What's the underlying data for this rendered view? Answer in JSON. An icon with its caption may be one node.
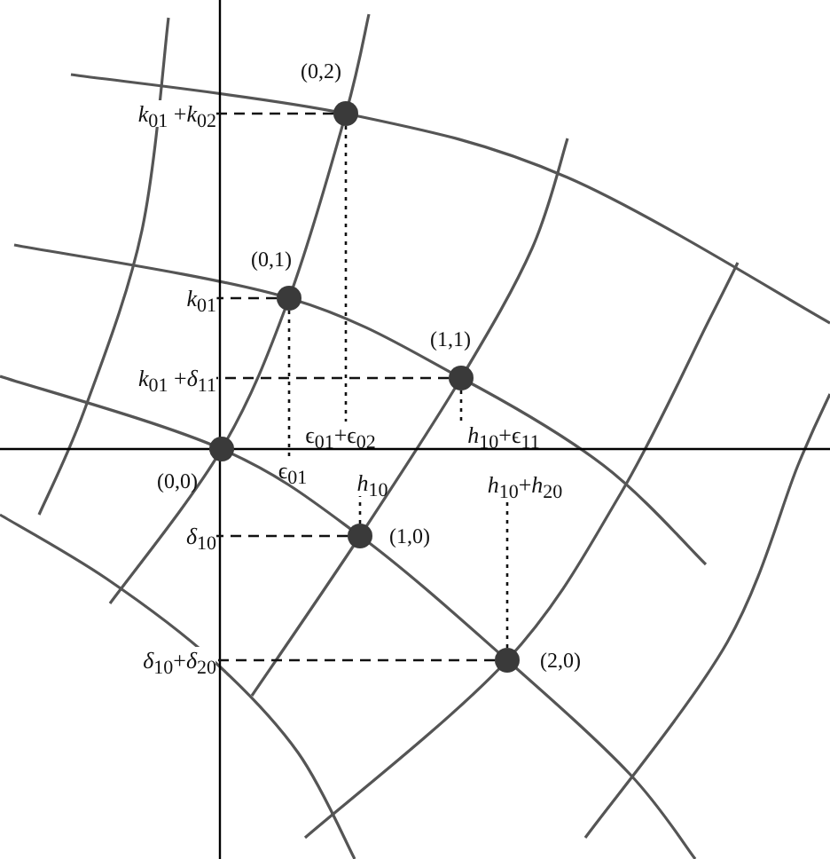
{
  "diagram": {
    "nodes": [
      {
        "text": [],
        "shape": "circle",
        "beside": [
          "(0,0)"
        ]
      },
      {
        "text": [],
        "shape": "circle",
        "beside": [
          "(1,0)"
        ]
      },
      {
        "text": [],
        "shape": "circle",
        "beside": [
          "(2,0)"
        ]
      },
      {
        "text": [],
        "shape": "circle",
        "beside": [
          "(0,1)"
        ]
      },
      {
        "text": [],
        "shape": "circle",
        "beside": [
          "(1,1)"
        ]
      },
      {
        "text": [],
        "shape": "circle",
        "beside": [
          "(0,2)"
        ]
      },
      {
        "text": [
          "*k*$_{01}$ +*k*$_{02}$"
        ]
      },
      {
        "text": [
          "*k*$_{01}$"
        ]
      },
      {
        "text": [
          "*k*$_{01}$ +*δ*$_{11}$"
        ]
      },
      {
        "text": [
          "*δ*$_{10}$"
        ]
      },
      {
        "text": [
          "*δ*$_{10}$+*δ*$_{20}$"
        ]
      },
      {
        "text": [
          "ϵ$_{01}$"
        ]
      },
      {
        "text": [
          "ϵ$_{01}$+ϵ$_{02}$"
        ]
      },
      {
        "text": [
          "*h*$_{10}$"
        ]
      },
      {
        "text": [
          "*h*$_{10}$+ϵ$_{11}$"
        ]
      },
      {
        "text": [
          "*h*$_{10}$+*h*$_{20}$"
        ]
      }
    ],
    "edges": [
      {
        "from": 5,
        "to": 6,
        "arrow": "none",
        "style": "dashed"
      },
      {
        "from": 3,
        "to": 7,
        "arrow": "none",
        "style": "dashed"
      },
      {
        "from": 4,
        "to": 8,
        "arrow": "none",
        "style": "dashed"
      },
      {
        "from": 1,
        "to": 9,
        "arrow": "none",
        "style": "dashed"
      },
      {
        "from": 2,
        "to": 10,
        "arrow": "none",
        "style": "dashed"
      },
      {
        "from": 3,
        "to": 11,
        "arrow": "none",
        "style": "dashed"
      },
      {
        "from": 5,
        "to": 12,
        "arrow": "none",
        "style": "dashed"
      },
      {
        "from": 1,
        "to": 13,
        "arrow": "none",
        "style": "dashed"
      },
      {
        "from": 4,
        "to": 14,
        "arrow": "none",
        "style": "dashed"
      },
      {
        "from": 2,
        "to": 15,
        "arrow": "none",
        "style": "dashed"
      }
    ]
  }
}
